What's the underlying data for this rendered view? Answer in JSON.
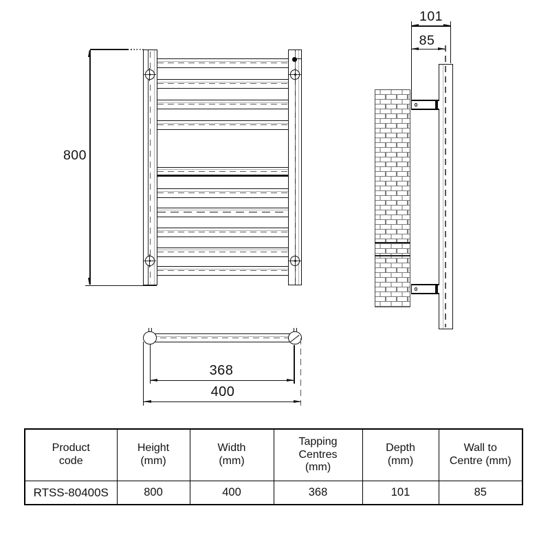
{
  "drawing": {
    "front_view": {
      "height_dim": "800"
    },
    "side_view": {
      "depth_dim": "101",
      "wall_to_centre_dim": "85"
    },
    "top_view": {
      "tapping_centres_dim": "368",
      "width_dim": "400"
    }
  },
  "table": {
    "headers": [
      "Product\ncode",
      "Height\n(mm)",
      "Width\n(mm)",
      "Tapping\nCentres\n(mm)",
      "Depth\n(mm)",
      "Wall to\nCentre (mm)"
    ],
    "row": [
      "RTSS-80400S",
      "800",
      "400",
      "368",
      "101",
      "85"
    ]
  },
  "colors": {
    "line": "#111111",
    "highlight": "#ababab",
    "centerline": "#5a5a5a",
    "mortar": "#7a7a7a"
  }
}
